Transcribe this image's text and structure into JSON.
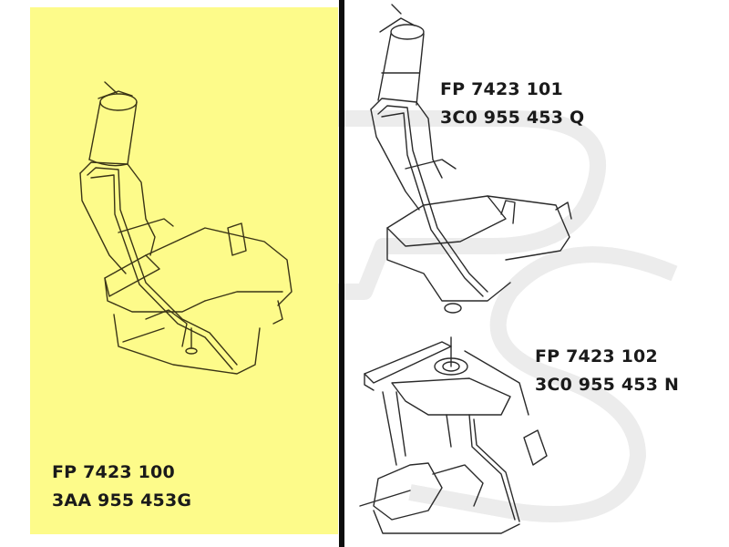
{
  "watermark": {
    "text": "FPS",
    "color": "#e8e8e8"
  },
  "panels": {
    "left": {
      "background": "#fdfb8a",
      "highlighted": true,
      "part": {
        "fp_number": "FP 7423 100",
        "oem_number": "3AA 955 453G"
      }
    },
    "right_top": {
      "part": {
        "fp_number": "FP 7423 101",
        "oem_number": "3C0 955 453 Q"
      }
    },
    "right_bottom": {
      "part": {
        "fp_number": "FP 7423 102",
        "oem_number": "3C0 955 453 N"
      }
    }
  },
  "divider_color": "#0d0d0d"
}
